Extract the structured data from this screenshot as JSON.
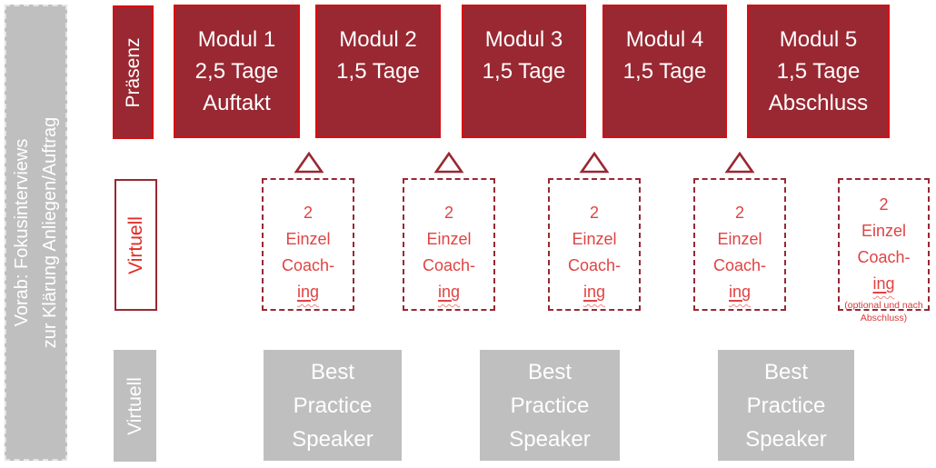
{
  "palette": {
    "maroon": "#992832",
    "bright_red_border": "#d50f13",
    "coach_text_red": "#e04343",
    "label_text_red": "#e02b23",
    "gray": "#bfbfbf",
    "white": "#ffffff"
  },
  "sidebar": {
    "line1": "Vorab: Fokusinterviews",
    "line2": "zur Klärung Anliegen/Auftrag"
  },
  "praesenz": {
    "label": "Präsenz",
    "modules": [
      {
        "title": "Modul 1",
        "duration": "2,5 Tage",
        "note": "Auftakt"
      },
      {
        "title": "Modul 2",
        "duration": "1,5 Tage",
        "note": ""
      },
      {
        "title": "Modul 3",
        "duration": "1,5 Tage",
        "note": ""
      },
      {
        "title": "Modul 4",
        "duration": "1,5 Tage",
        "note": ""
      },
      {
        "title": "Modul 5",
        "duration": "1,5 Tage",
        "note": "Abschluss"
      }
    ]
  },
  "coaching": {
    "label": "Virtuell",
    "boxes": [
      {
        "count": "2",
        "line2": "Einzel",
        "line3": "Coach-",
        "line4": "ing",
        "note": ""
      },
      {
        "count": "2",
        "line2": "Einzel",
        "line3": "Coach-",
        "line4": "ing",
        "note": ""
      },
      {
        "count": "2",
        "line2": "Einzel",
        "line3": "Coach-",
        "line4": "ing",
        "note": ""
      },
      {
        "count": "2",
        "line2": "Einzel",
        "line3": "Coach-",
        "line4": "ing",
        "note": ""
      },
      {
        "count": "2",
        "line2": "Einzel",
        "line3": "Coach-",
        "line4": "ing",
        "note": "(optional und nach Abschluss)"
      }
    ]
  },
  "speakers": {
    "label": "Virtuell",
    "boxes": [
      {
        "line1": "Best",
        "line2": "Practice",
        "line3": "Speaker"
      },
      {
        "line1": "Best",
        "line2": "Practice",
        "line3": "Speaker"
      },
      {
        "line1": "Best",
        "line2": "Practice",
        "line3": "Speaker"
      }
    ]
  }
}
